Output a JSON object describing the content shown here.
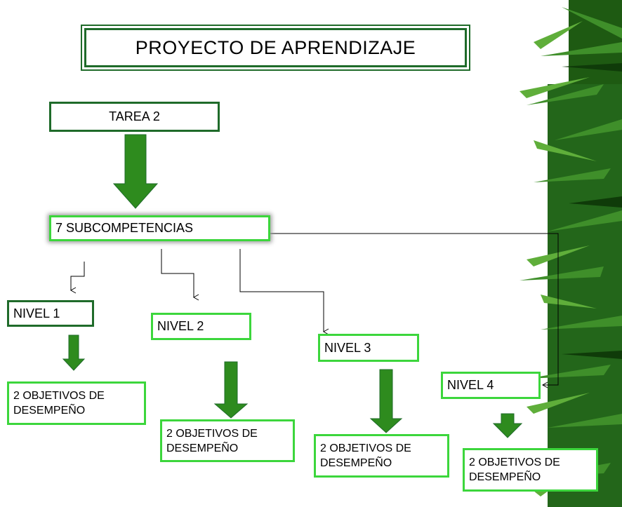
{
  "title": "PROYECTO DE APRENDIZAJE",
  "task": "TAREA 2",
  "subcompetencies": "7 SUBCOMPETENCIAS",
  "levels": [
    {
      "label": "NIVEL 1",
      "objective": "2 OBJETIVOS DE DESEMPEÑO"
    },
    {
      "label": "NIVEL 2",
      "objective": "2 OBJETIVOS DE DESEMPEÑO"
    },
    {
      "label": "NIVEL 3",
      "objective": "2 OBJETIVOS DE DESEMPEÑO"
    },
    {
      "label": "NIVEL 4",
      "objective": "2 OBJETIVOS DE DESEMPEÑO"
    }
  ],
  "colors": {
    "dark_green": "#1f6b2a",
    "light_green": "#3cd63c",
    "arrow_green": "#2e8b1e"
  }
}
